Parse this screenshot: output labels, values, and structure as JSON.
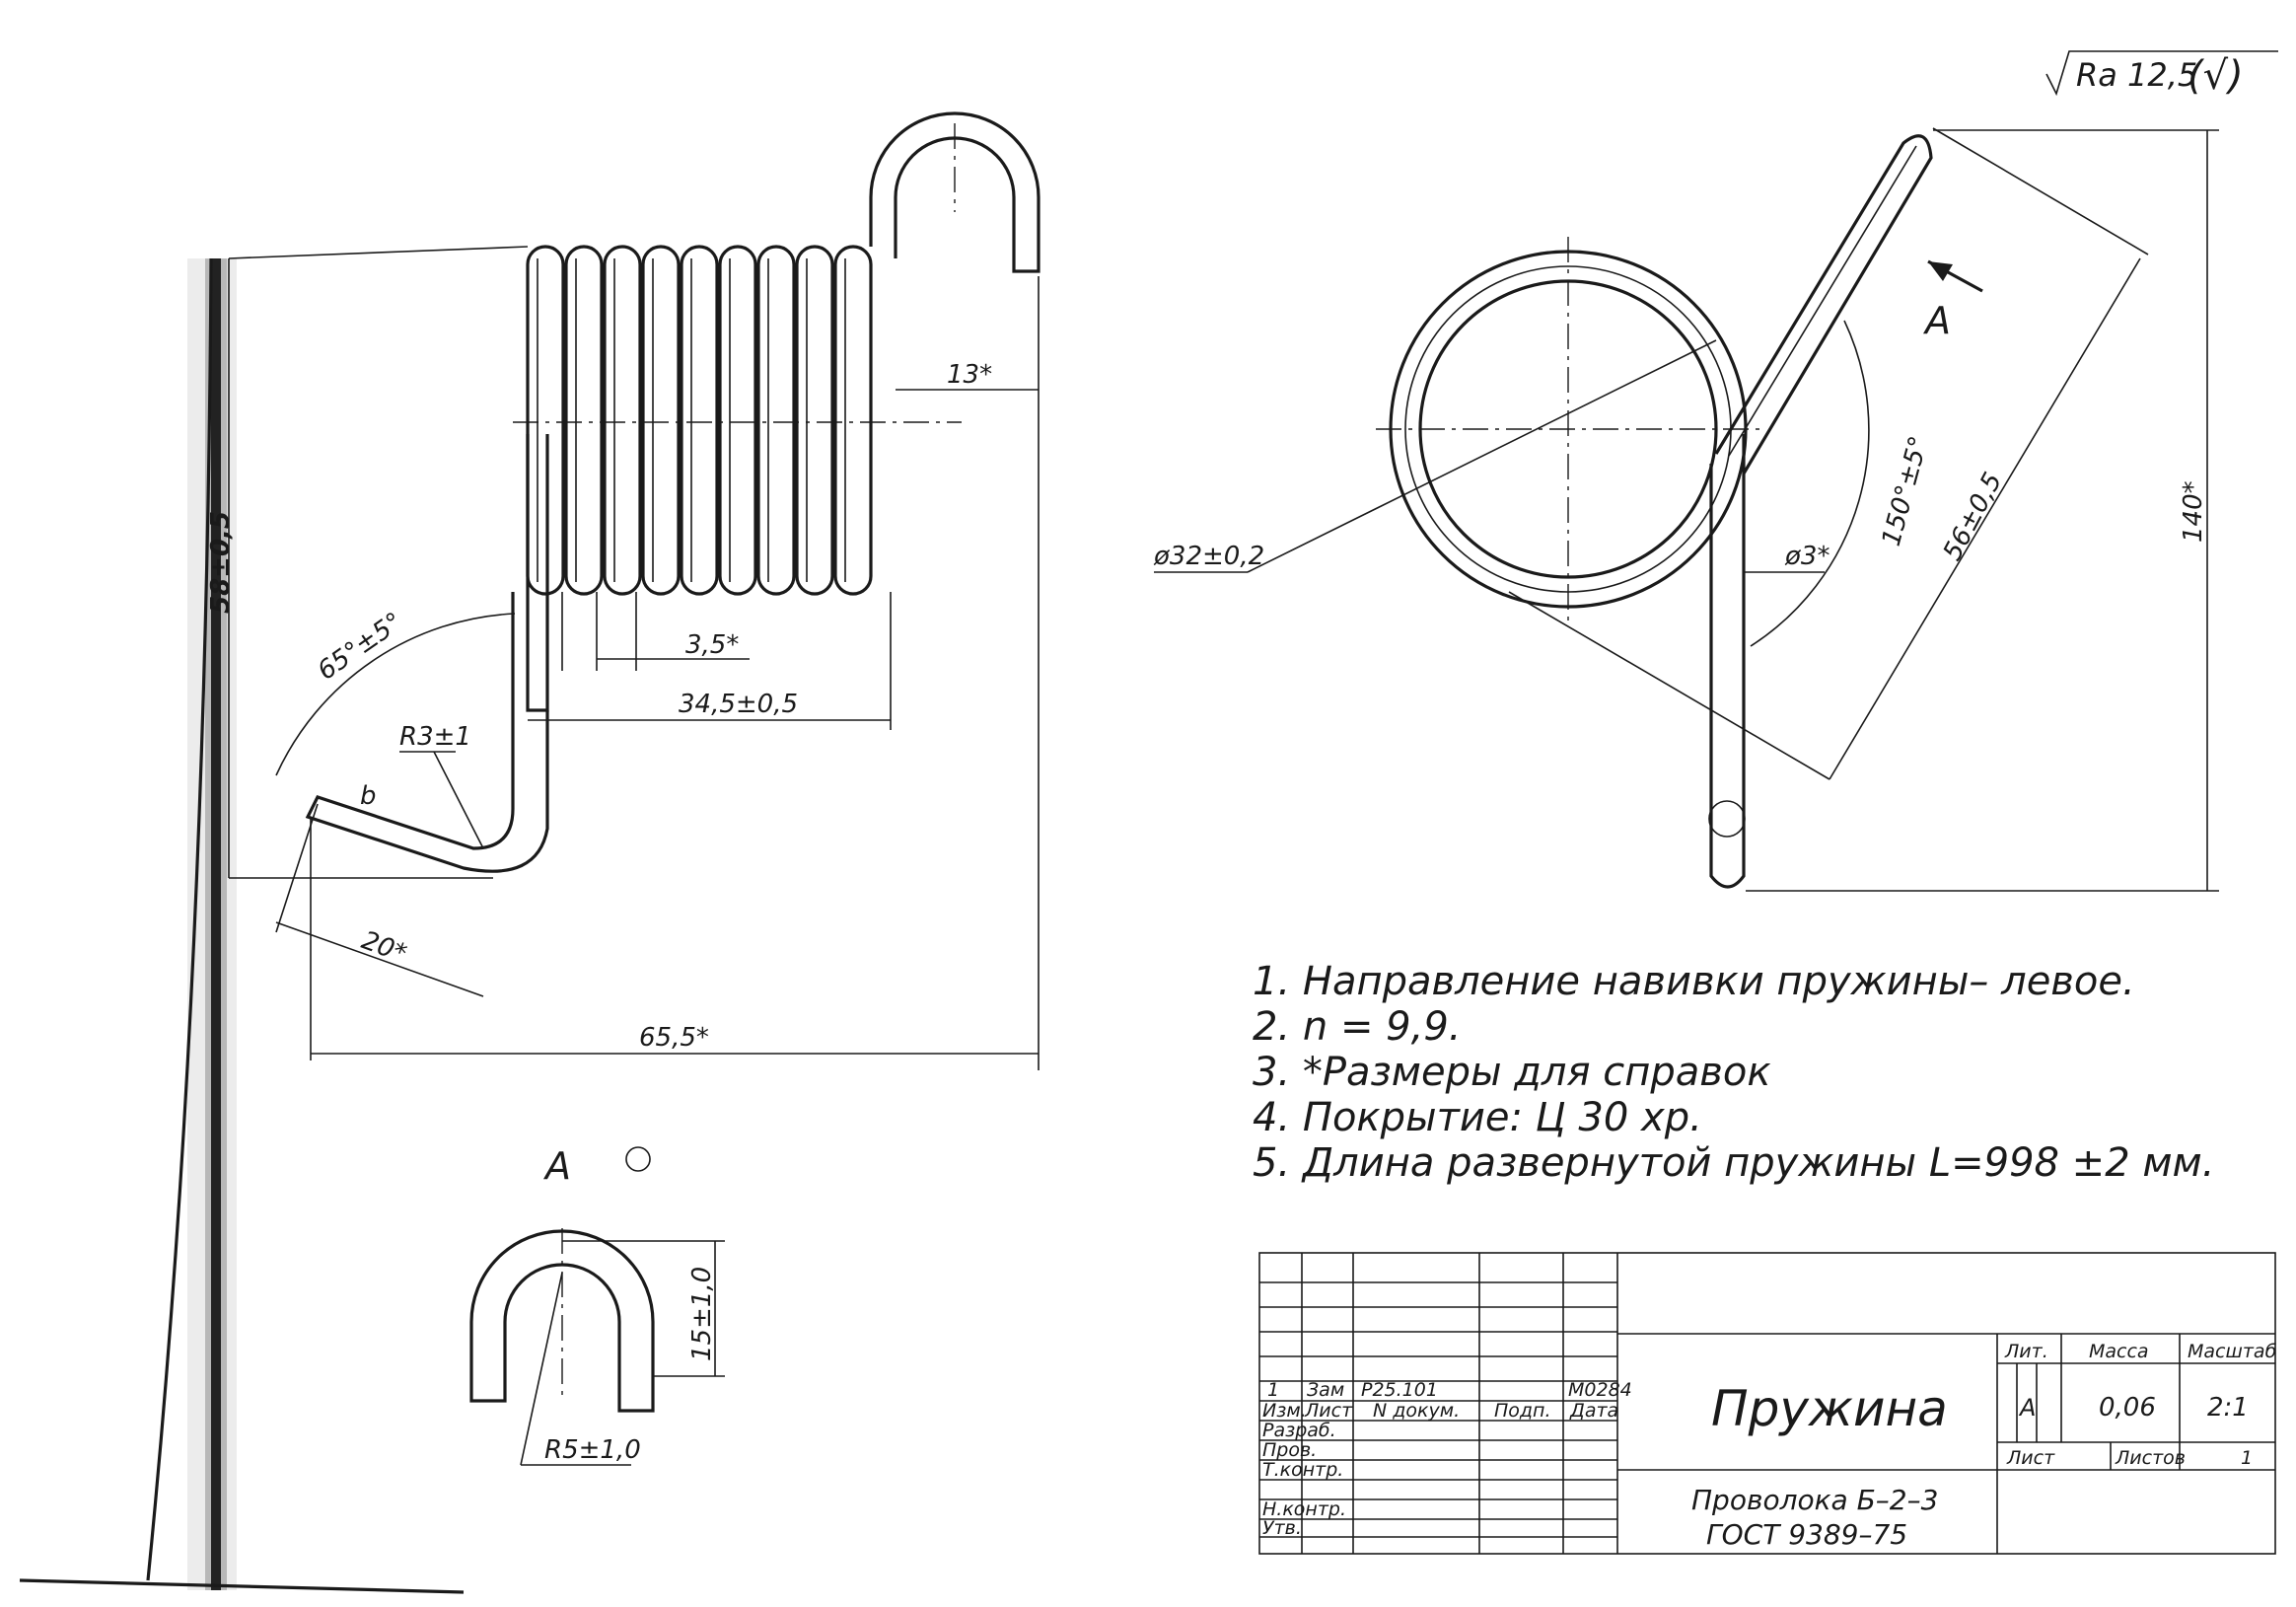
{
  "roughness": "Ra 12,5",
  "view_label": "A",
  "dimensions": {
    "d58": "58±0,5",
    "d13": "13*",
    "d65deg": "65°±5°",
    "r3": "R3±1",
    "b": "b",
    "pitch": "3,5*",
    "len": "34,5±0,5",
    "d20": "20*",
    "d65": "65,5*",
    "dia32": "ø32±0,2",
    "dia3": "ø3*",
    "d150": "150°±5°",
    "d56": "56±0,5",
    "d140": "140*",
    "d15": "15±1,0",
    "r5": "R5±1,0"
  },
  "notes": [
    "1.  Направление навивки пружины– левое.",
    "2.  n  =  9,9.",
    "3.  *Размеры для справок",
    "4.  Покрытие:  Ц 30 хр.",
    "5.  Длина развернутой пружины L=998 ±2 мм."
  ],
  "title_block": {
    "title": "Пружина",
    "material_1": "Проволока Б–2–3",
    "material_2": "ГОСТ 9389–75",
    "col_lit": "Лит.",
    "col_mass": "Масса",
    "col_scale": "Масштаб",
    "lit": "А",
    "mass": "0,06",
    "scale": "2:1",
    "sheet": "Лист",
    "sheets": "Листов",
    "sheets_value": "1",
    "change_row": [
      "1",
      "Зам",
      "Р25.101",
      "М0284"
    ],
    "headers": [
      "Изм.",
      "Лист",
      "N докум.",
      "Подп.",
      "Дата"
    ],
    "roles": [
      "Разраб.",
      "Пров.",
      "Т.контр.",
      "",
      "Н.контр.",
      "Утв."
    ]
  }
}
